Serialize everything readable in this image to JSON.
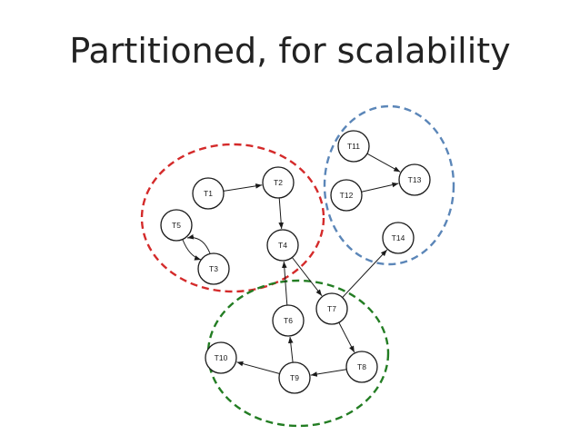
{
  "title": "Partitioned, for scalability",
  "colors": {
    "red": "#d42a2a",
    "blue": "#5b86b8",
    "green": "#237d23",
    "node_stroke": "#1a1a1a"
  },
  "partitions": [
    {
      "id": "red",
      "color": "#d42a2a"
    },
    {
      "id": "blue",
      "color": "#5b86b8"
    },
    {
      "id": "green",
      "color": "#237d23"
    }
  ],
  "nodes": [
    {
      "id": "T1",
      "label": "T1"
    },
    {
      "id": "T2",
      "label": "T2"
    },
    {
      "id": "T3",
      "label": "T3"
    },
    {
      "id": "T4",
      "label": "T4"
    },
    {
      "id": "T5",
      "label": "T5"
    },
    {
      "id": "T6",
      "label": "T6"
    },
    {
      "id": "T7",
      "label": "T7"
    },
    {
      "id": "T8",
      "label": "T8"
    },
    {
      "id": "T9",
      "label": "T9"
    },
    {
      "id": "T10",
      "label": "T10"
    },
    {
      "id": "T11",
      "label": "T11"
    },
    {
      "id": "T12",
      "label": "T12"
    },
    {
      "id": "T13",
      "label": "T13"
    },
    {
      "id": "T14",
      "label": "T14"
    }
  ],
  "edges": [
    {
      "from": "T1",
      "to": "T2"
    },
    {
      "from": "T2",
      "to": "T4"
    },
    {
      "from": "T4",
      "to": "T7"
    },
    {
      "from": "T5",
      "to": "T3"
    },
    {
      "from": "T3",
      "to": "T5"
    },
    {
      "from": "T6",
      "to": "T4"
    },
    {
      "from": "T7",
      "to": "T8"
    },
    {
      "from": "T7",
      "to": "T14"
    },
    {
      "from": "T8",
      "to": "T9"
    },
    {
      "from": "T9",
      "to": "T6"
    },
    {
      "from": "T9",
      "to": "T10"
    },
    {
      "from": "T11",
      "to": "T13"
    },
    {
      "from": "T12",
      "to": "T13"
    }
  ]
}
